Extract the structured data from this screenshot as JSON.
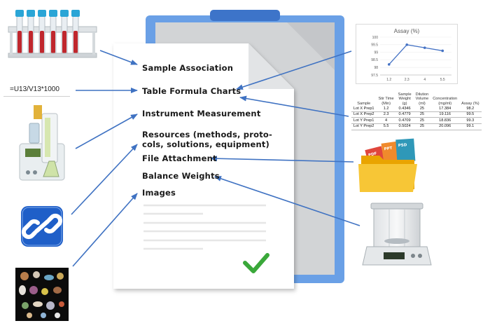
{
  "checklist": {
    "items": [
      {
        "label": "Sample Association"
      },
      {
        "label": "Table Formula Charts"
      },
      {
        "label": "Instrument Measurement"
      },
      {
        "label": "Resources (methods, proto-\ncols, solutions, equipment)"
      },
      {
        "label": "File Attachment"
      },
      {
        "label": "Balance Weights"
      },
      {
        "label": "Images"
      }
    ]
  },
  "formula": {
    "text": "=U13/V13*1000"
  },
  "assay_chart": {
    "title": "Assay (%)",
    "categories": [
      "1.2",
      "2.3",
      "4",
      "5.5"
    ],
    "values": [
      98.2,
      99.5,
      99.3,
      99.1
    ],
    "y_ticks": [
      "97.5",
      "98",
      "98.5",
      "99",
      "99.5",
      "100"
    ],
    "ylim": [
      97.5,
      100
    ]
  },
  "assay_table": {
    "headers": [
      "Sample",
      "Stir Time\n(Min)",
      "Sample\nWeight\n(g)",
      "Dilution\nVolume\n(ml)",
      "Concentration\n(mg/ml)",
      "Assay (%)"
    ],
    "rows": [
      [
        "Lot X Prep1",
        "1.2",
        "0.4346",
        "25",
        "17.384",
        "98.2"
      ],
      [
        "Lot X Prep2",
        "2.3",
        "0.4779",
        "25",
        "19.116",
        "99.5"
      ],
      [
        "Lot Y Prep1",
        "4",
        "0.4709",
        "25",
        "18.836",
        "99.3"
      ],
      [
        "Lot Y Prep2",
        "5.5",
        "0.5024",
        "25",
        "20.096",
        "99.1"
      ]
    ]
  },
  "file_icon": {
    "tags": [
      "PDF",
      "PPT",
      "PSD"
    ]
  },
  "colors": {
    "arrow": "#3f72c2",
    "clipboard": "#6aa0e6",
    "check": "#3aa83a",
    "link_icon": "#1f5fc8",
    "folder": "#f4b400"
  }
}
